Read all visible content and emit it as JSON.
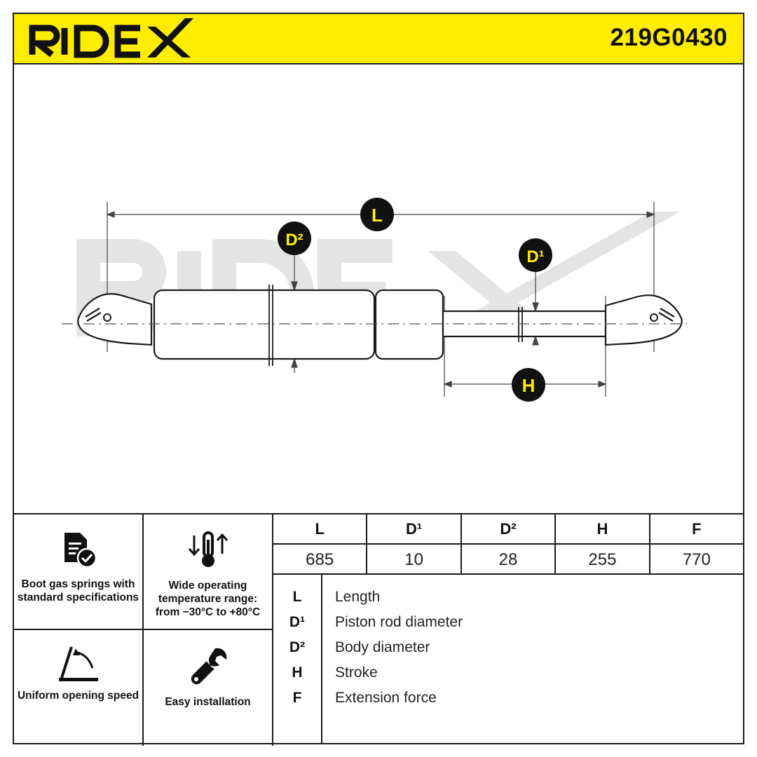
{
  "header": {
    "brand": "RIDEX",
    "part_number": "219G0430",
    "background_color": "#ffed00"
  },
  "drawing": {
    "watermark": "RIDEX",
    "callouts": {
      "length": "L",
      "body_diameter": "D²",
      "rod_diameter": "D¹",
      "stroke": "H"
    }
  },
  "features": [
    {
      "icon": "document-check-icon",
      "label": "Boot gas springs with standard specifications"
    },
    {
      "icon": "thermometer-arrows-icon",
      "label": "Wide operating temperature range: from −30°C to +80°C"
    },
    {
      "icon": "opening-angle-icon",
      "label": "Uniform opening speed"
    },
    {
      "icon": "wrench-icon",
      "label": "Easy installation"
    }
  ],
  "spec_table": {
    "headers": [
      "L",
      "D¹",
      "D²",
      "H",
      "F"
    ],
    "values": [
      "685",
      "10",
      "28",
      "255",
      "770"
    ]
  },
  "legend": [
    {
      "key": "L",
      "desc": "Length"
    },
    {
      "key": "D¹",
      "desc": "Piston rod diameter"
    },
    {
      "key": "D²",
      "desc": "Body diameter"
    },
    {
      "key": "H",
      "desc": "Stroke"
    },
    {
      "key": "F",
      "desc": "Extension force"
    }
  ]
}
